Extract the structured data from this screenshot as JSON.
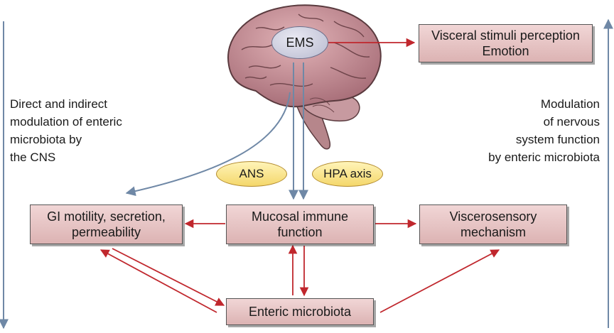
{
  "nodes": {
    "ems": "EMS",
    "visceral": "Visceral stimuli perception\nEmotion",
    "ans": "ANS",
    "hpa": "HPA axis",
    "gi": "GI motility, secretion,\npermeability",
    "mucosal": "Mucosal immune\nfunction",
    "viscerosensory": "Viscerosensory\nmechanism",
    "enteric": "Enteric microbiota"
  },
  "side_labels": {
    "left": "Direct and indirect\nmodulation of enteric\nmicrobiota by\nthe CNS",
    "right": "Modulation\nof nervous\nsystem function\nby enteric microbiota"
  },
  "colors": {
    "efferent_arrow": "#6f88a6",
    "interaction_arrow": "#c0272d",
    "box_fill": "#e6c3c3",
    "oval_fill": "#f8e08a",
    "brain": "#b87f86"
  }
}
